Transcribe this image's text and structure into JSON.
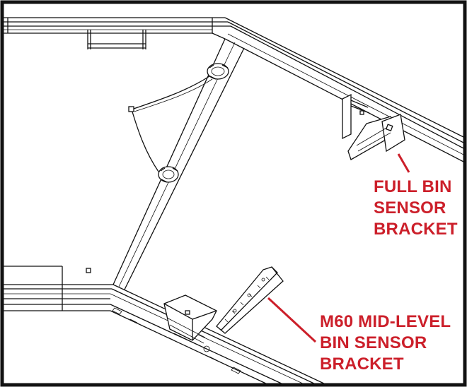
{
  "labels": {
    "full_bin": [
      "FULL BIN",
      "SENSOR",
      "BRACKET"
    ],
    "mid_level": [
      "M60 MID-LEVEL",
      "BIN SENSOR",
      "BRACKET"
    ]
  },
  "colors": {
    "callout": "#cc1f2a",
    "linework": "#111111",
    "background": "#ffffff",
    "frame": "#111111"
  }
}
